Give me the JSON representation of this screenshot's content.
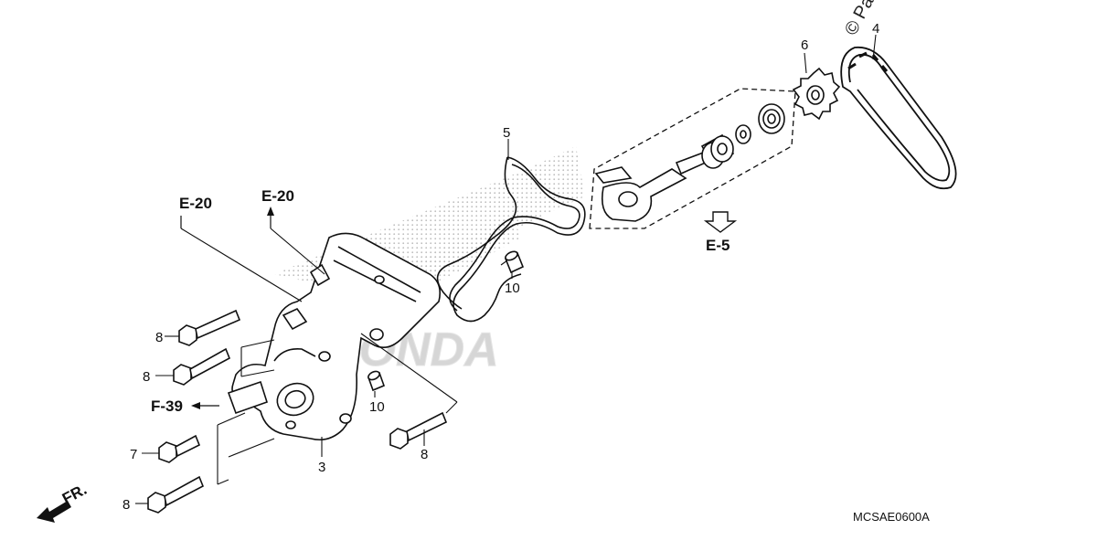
{
  "diagram": {
    "code": "MCSAE0600A",
    "copyright": "© Partzilla",
    "watermark": "HONDA",
    "front_marker": "FR.",
    "part_numbers": {
      "p3": "3",
      "p4": "4",
      "p5": "5",
      "p6": "6",
      "p7": "7",
      "p8a": "8",
      "p8b": "8",
      "p8c": "8",
      "p8d": "8",
      "p10a": "10",
      "p10b": "10"
    },
    "refs": {
      "e20_left": "E-20",
      "e20_right": "E-20",
      "e5": "E-5",
      "f39": "F-39"
    },
    "colors": {
      "line": "#111111",
      "watermark": "#c8c8c8"
    }
  }
}
